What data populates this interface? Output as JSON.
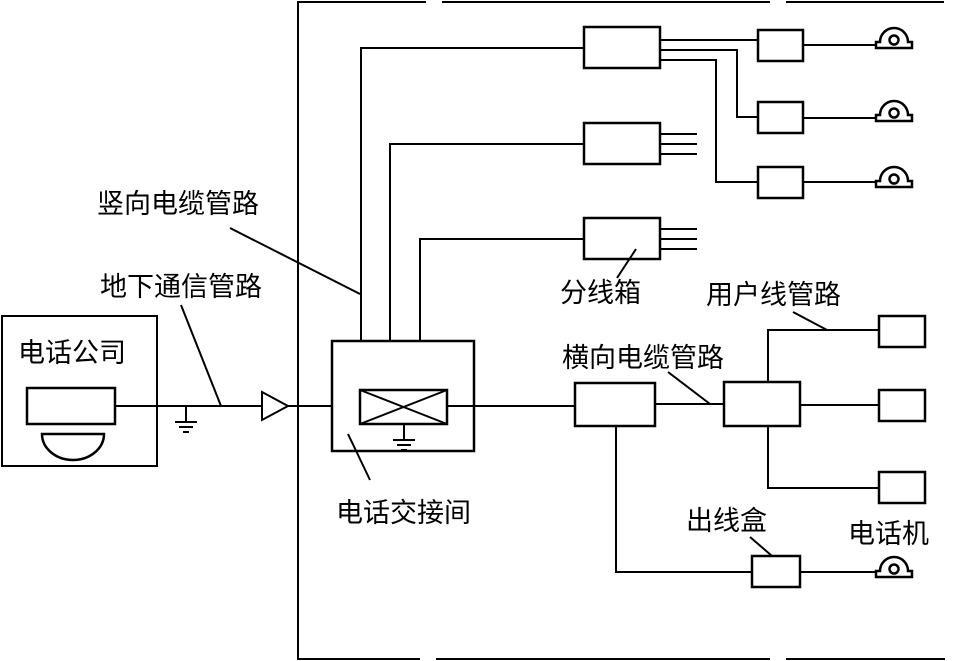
{
  "labels": {
    "phone_company": "电话公司",
    "vertical_cable_duct": "竖向电缆管路",
    "underground_duct": "地下通信管路",
    "distribution_box": "分线箱",
    "user_line_duct": "用户线管路",
    "horizontal_cable_duct": "横向电缆管路",
    "exchange_room": "电话交接间",
    "outlet_box": "出线盒",
    "telephone": "电话机"
  },
  "icons": {
    "telephone": "telephone-icon",
    "ground": "ground-icon",
    "amplifier": "triangle-icon",
    "exchange_switch": "cross-box-icon"
  },
  "colors": {
    "line": "#000000",
    "background": "#ffffff"
  }
}
